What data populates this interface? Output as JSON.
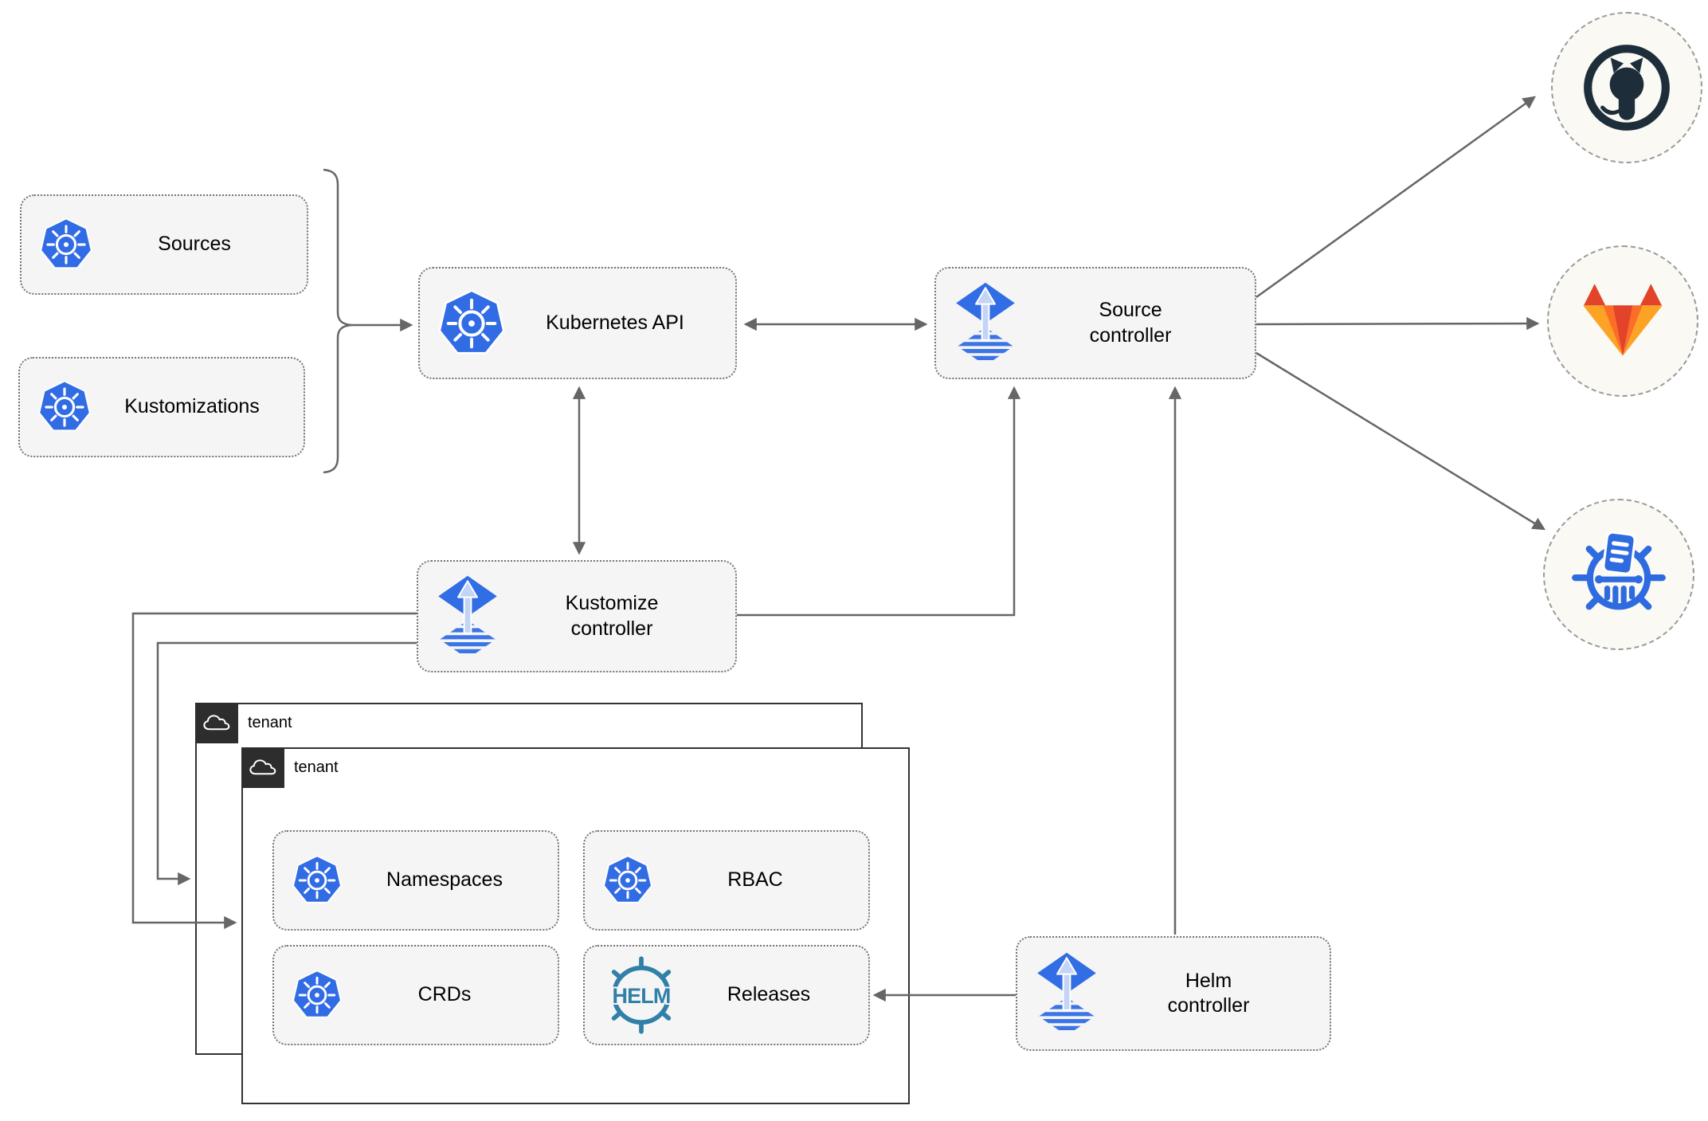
{
  "nodes": {
    "sources": {
      "label": "Sources",
      "icon": "kubernetes-icon"
    },
    "kustomizations": {
      "label": "Kustomizations",
      "icon": "kubernetes-icon"
    },
    "kubernetes_api": {
      "label": "Kubernetes API",
      "icon": "kubernetes-icon"
    },
    "source_controller": {
      "label": "Source controller",
      "icon": "flux-icon"
    },
    "kustomize_controller": {
      "label": "Kustomize controller",
      "icon": "flux-icon"
    },
    "helm_controller": {
      "label": "Helm controller",
      "icon": "flux-icon"
    },
    "namespaces": {
      "label": "Namespaces",
      "icon": "kubernetes-icon"
    },
    "rbac": {
      "label": "RBAC",
      "icon": "kubernetes-icon"
    },
    "crds": {
      "label": "CRDs",
      "icon": "kubernetes-icon"
    },
    "releases": {
      "label": "Releases",
      "icon": "helm-icon",
      "icon_wordmark": "HELM"
    },
    "github": {
      "icon": "github-icon"
    },
    "gitlab": {
      "icon": "gitlab-icon"
    },
    "kustomize_source": {
      "icon": "kustomize-icon"
    }
  },
  "tenants": {
    "back": {
      "label": "tenant",
      "icon": "cloud-icon"
    },
    "front": {
      "label": "tenant",
      "icon": "cloud-icon"
    }
  },
  "colors": {
    "kubernetes_blue": "#326ce5",
    "flux_blue": "#316de4",
    "flux_light_blue": "#c3d4f6",
    "helm_teal": "#3080a8",
    "github_dark": "#1d2d3a",
    "gitlab_red": "#e24329",
    "gitlab_orange": "#fc6d26",
    "gitlab_yellow": "#fca326",
    "kustomize_blue": "#2f6be0",
    "connector_gray": "#666666",
    "box_fill": "#f5f5f5",
    "tenant_dark": "#2d2d2d"
  }
}
